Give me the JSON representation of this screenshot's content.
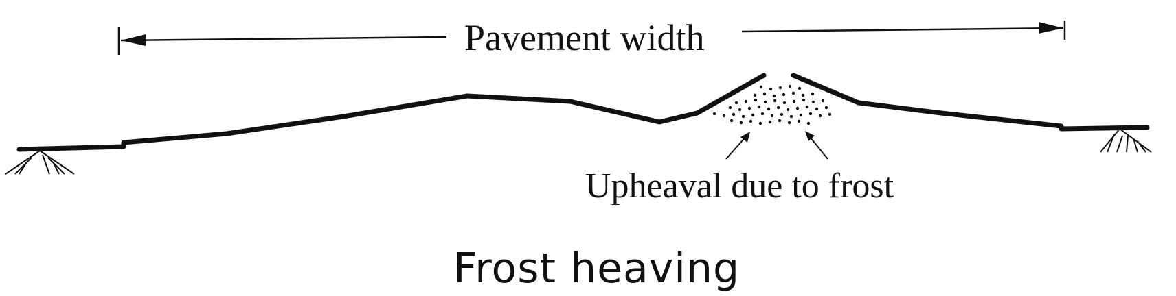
{
  "figure": {
    "dimension_label": "Pavement width",
    "annotation": "Upheaval due to frost",
    "caption": "Frost heaving"
  },
  "colors": {
    "ink": "#111111",
    "background": "#ffffff"
  }
}
